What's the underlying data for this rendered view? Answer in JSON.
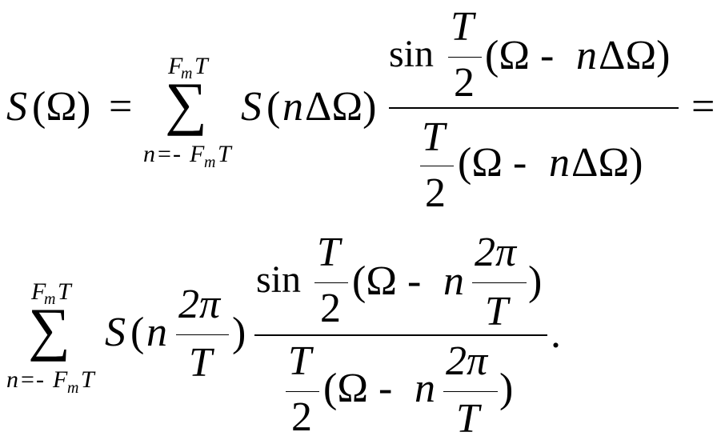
{
  "equation": {
    "line1": {
      "lhs_S": "S",
      "lhs_Omega": "(Ω)",
      "eq1": "=",
      "sum_upper_F": "F",
      "sum_upper_m": "m",
      "sum_upper_T": "T",
      "sigma": "∑",
      "sum_lower_n": "n",
      "sum_lower_eq": "=",
      "sum_lower_minus": "-",
      "sum_lower_F": "F",
      "sum_lower_m": "m",
      "sum_lower_T": "T",
      "S_term": "S",
      "S_arg_open": "(",
      "S_arg_n": "n",
      "S_arg_rest": "ΔΩ)",
      "num_sin": "sin",
      "num_T": "T",
      "num_2": "2",
      "num_paren": "(Ω -",
      "num_n": "n",
      "num_tail": "ΔΩ)",
      "den_T": "T",
      "den_2": "2",
      "den_paren": "(Ω -",
      "den_n": "n",
      "den_tail": "ΔΩ)",
      "eq2": "="
    },
    "line2": {
      "sum_upper_F": "F",
      "sum_upper_m": "m",
      "sum_upper_T": "T",
      "sigma": "∑",
      "sum_lower_n": "n",
      "sum_lower_eq": "=",
      "sum_lower_minus": "-",
      "sum_lower_F": "F",
      "sum_lower_m": "m",
      "sum_lower_T": "T",
      "S_term": "S",
      "S_arg_open": "(",
      "S_arg_n": "n",
      "S_frac_num": "2π",
      "S_frac_den": "T",
      "S_arg_close": ")",
      "num_sin": "sin",
      "num_T": "T",
      "num_2": "2",
      "num_paren": "(Ω -",
      "num_n": "n",
      "num_frac_num": "2π",
      "num_frac_den": "T",
      "num_close": ")",
      "den_T": "T",
      "den_2": "2",
      "den_paren": "(Ω -",
      "den_n": "n",
      "den_frac_num": "2π",
      "den_frac_den": "T",
      "den_close": ")",
      "period": "."
    }
  }
}
